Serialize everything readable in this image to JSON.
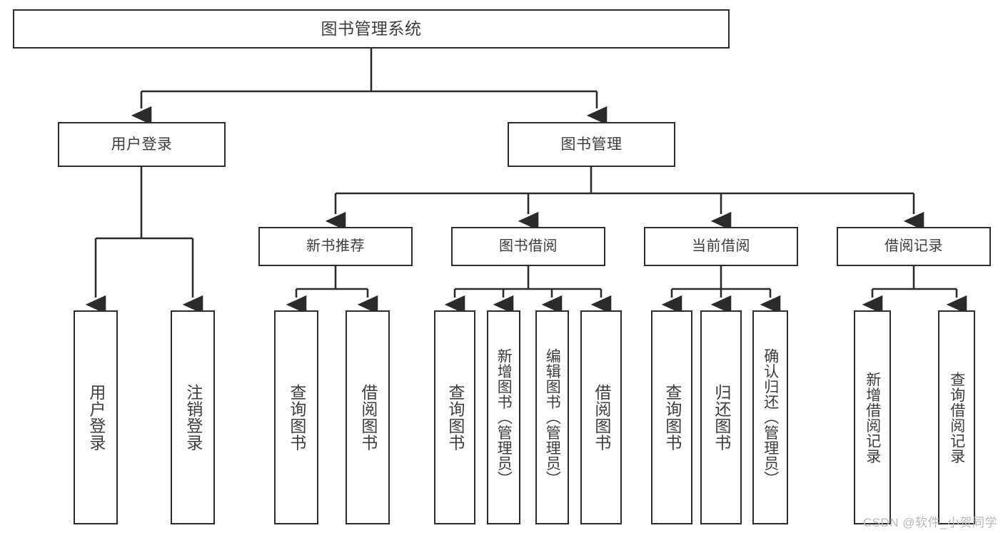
{
  "diagram": {
    "title": "图书管理系统",
    "type": "tree",
    "watermark": "CSDN @软件_小贺同学",
    "colors": {
      "stroke": "#2b2b2b",
      "text": "#3c3c3c",
      "background": "#ffffff",
      "watermark": "#b9b9b9"
    },
    "nodes": {
      "root": {
        "label": "图书管理系统"
      },
      "level1": [
        {
          "label": "用户登录"
        },
        {
          "label": "图书管理"
        }
      ],
      "level2": [
        {
          "label": "新书推荐"
        },
        {
          "label": "图书借阅"
        },
        {
          "label": "当前借阅"
        },
        {
          "label": "借阅记录"
        }
      ],
      "leaves_user_login": [
        {
          "label": "用户登录"
        },
        {
          "label": "注销登录"
        }
      ],
      "leaves_new_books": [
        {
          "label": "查询图书"
        },
        {
          "label": "借阅图书"
        }
      ],
      "leaves_borrow": [
        {
          "label": "查询图书"
        },
        {
          "label": "新增图书（管理员）"
        },
        {
          "label": "编辑图书（管理员）"
        },
        {
          "label": "借阅图书"
        }
      ],
      "leaves_current": [
        {
          "label": "查询图书"
        },
        {
          "label": "归还图书"
        },
        {
          "label": "确认归还（管理员）"
        }
      ],
      "leaves_records": [
        {
          "label": "新增借阅记录"
        },
        {
          "label": "查询借阅记录"
        }
      ]
    }
  }
}
